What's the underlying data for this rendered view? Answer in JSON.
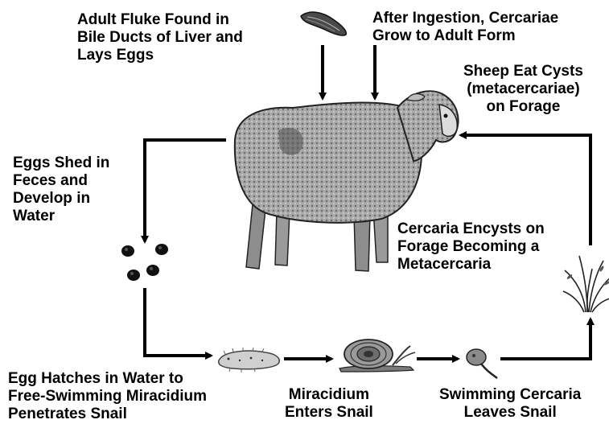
{
  "labels": {
    "adult_fluke": "Adult Fluke Found in\nBile Ducts of Liver and\nLays Eggs",
    "ingestion": "After Ingestion, Cercariae\nGrow to Adult Form",
    "sheep_eat": "Sheep Eat Cysts\n(metacercariae)\non Forage",
    "eggs_shed": "Eggs Shed in\nFeces and\nDevelop in\nWater",
    "encysts": "Cercaria Encysts on\nForage Becoming a\nMetacercaria",
    "egg_hatches": "Egg Hatches in Water to\nFree-Swimming Miracidium\nPenetrates Snail",
    "miracidium_enters": "Miracidium\nEnters Snail",
    "swimming_cercaria": "Swimming Cercaria\nLeaves Snail"
  },
  "illustrations": {
    "fluke": "liver-fluke-icon",
    "sheep": "sheep-icon",
    "eggs": "eggs-icon",
    "miracidium": "miracidium-icon",
    "snail": "snail-icon",
    "cercaria": "cercaria-icon",
    "forage": "grass-icon"
  },
  "colors": {
    "ink": "#000000",
    "background": "#ffffff"
  }
}
